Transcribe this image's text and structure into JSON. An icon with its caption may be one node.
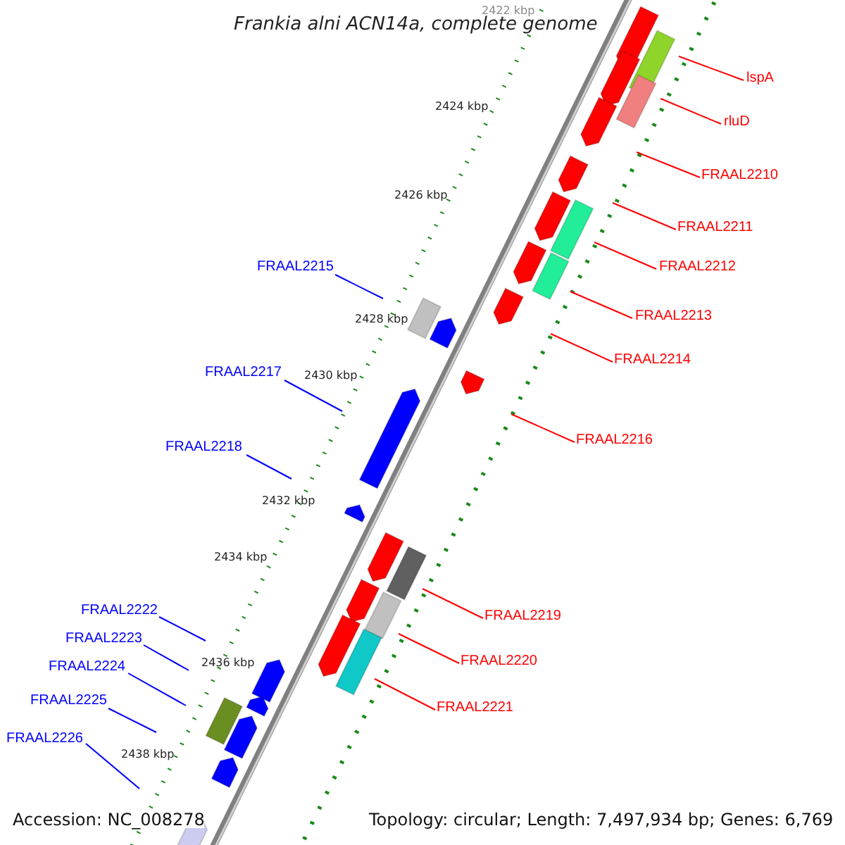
{
  "diagram": {
    "title": "Frankia alni ACN14a, complete genome",
    "nodes": [
      {
        "text": [
          "lspA"
        ]
      },
      {
        "text": [
          "rluD"
        ]
      },
      {
        "text": [
          "FRAAL2210"
        ]
      },
      {
        "text": [
          "FRAAL2211"
        ]
      },
      {
        "text": [
          "FRAAL2212"
        ]
      },
      {
        "text": [
          "FRAAL2215"
        ]
      },
      {
        "text": [
          "FRAAL2213"
        ]
      },
      {
        "text": [
          "FRAAL2214"
        ]
      },
      {
        "text": [
          "FRAAL2217"
        ]
      },
      {
        "text": [
          "FRAAL2216"
        ]
      },
      {
        "text": [
          "FRAAL2218"
        ]
      },
      {
        "text": [
          "FRAAL2222"
        ]
      },
      {
        "text": [
          "FRAAL2219"
        ]
      },
      {
        "text": [
          "FRAAL2223"
        ]
      },
      {
        "text": [
          "FRAAL2220"
        ]
      },
      {
        "text": [
          "FRAAL2224"
        ]
      },
      {
        "text": [
          "FRAAL2225"
        ]
      },
      {
        "text": [
          "FRAAL2221"
        ]
      },
      {
        "text": [
          "FRAAL2226"
        ]
      }
    ],
    "edges": [
      {
        "from": 0,
        "to": null,
        "arrow": "none"
      },
      {
        "from": 1,
        "to": null,
        "arrow": "none"
      },
      {
        "from": 2,
        "to": null,
        "arrow": "none"
      },
      {
        "from": 3,
        "to": null,
        "arrow": "none"
      },
      {
        "from": 4,
        "to": null,
        "arrow": "none"
      },
      {
        "from": 5,
        "to": null,
        "arrow": "none",
        "color": "#0000ff"
      },
      {
        "from": 6,
        "to": null,
        "arrow": "none"
      },
      {
        "from": 7,
        "to": null,
        "arrow": "none"
      },
      {
        "from": 8,
        "to": null,
        "arrow": "none",
        "color": "#0000ff"
      },
      {
        "from": 9,
        "to": null,
        "arrow": "none"
      },
      {
        "from": 10,
        "to": null,
        "arrow": "none",
        "color": "#0000ff"
      },
      {
        "from": 11,
        "to": null,
        "arrow": "none",
        "color": "#0000ff"
      },
      {
        "from": 12,
        "to": null,
        "arrow": "none"
      },
      {
        "from": 13,
        "to": null,
        "arrow": "none",
        "color": "#0000ff"
      },
      {
        "from": 14,
        "to": null,
        "arrow": "none"
      },
      {
        "from": 15,
        "to": null,
        "arrow": "none",
        "color": "#0000ff"
      },
      {
        "from": 16,
        "to": null,
        "arrow": "none",
        "color": "#0000ff"
      },
      {
        "from": 17,
        "to": null,
        "arrow": "none"
      },
      {
        "from": 18,
        "to": null,
        "arrow": "none",
        "color": "#0000ff"
      }
    ],
    "labels": [
      "2422 kbp",
      "2424 kbp",
      "2426 kbp",
      "2428 kbp",
      "2430 kbp",
      "2432 kbp",
      "2434 kbp",
      "2436 kbp",
      "2438 kbp",
      "Accession: NC_008278",
      "Topology: circular; Length: 7,497,934 bp; Genes: 6,769"
    ]
  }
}
